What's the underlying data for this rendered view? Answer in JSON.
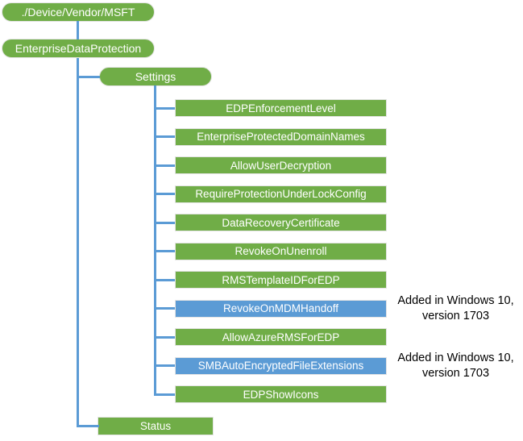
{
  "diagram": {
    "root_label": "./Device/Vendor/MSFT",
    "edp_label": "EnterpriseDataProtection",
    "settings_label": "Settings",
    "status_label": "Status",
    "colors": {
      "green": "#70ad47",
      "blue": "#5b9bd5",
      "connector": "#5b9bd5",
      "annotation_text": "#000000"
    },
    "settings_children": [
      {
        "label": "EDPEnforcementLevel",
        "color": "green"
      },
      {
        "label": "EnterpriseProtectedDomainNames",
        "color": "green"
      },
      {
        "label": "AllowUserDecryption",
        "color": "green"
      },
      {
        "label": "RequireProtectionUnderLockConfig",
        "color": "green"
      },
      {
        "label": "DataRecoveryCertificate",
        "color": "green"
      },
      {
        "label": "RevokeOnUnenroll",
        "color": "green"
      },
      {
        "label": "RMSTemplateIDForEDP",
        "color": "green"
      },
      {
        "label": "RevokeOnMDMHandoff",
        "color": "blue",
        "annotation": {
          "line1": "Added in Windows 10,",
          "line2": "version 1703"
        }
      },
      {
        "label": "AllowAzureRMSForEDP",
        "color": "green"
      },
      {
        "label": "SMBAutoEncryptedFileExtensions",
        "color": "blue",
        "annotation": {
          "line1": "Added in Windows 10,",
          "line2": "version 1703"
        }
      },
      {
        "label": "EDPShowIcons",
        "color": "green"
      }
    ]
  }
}
